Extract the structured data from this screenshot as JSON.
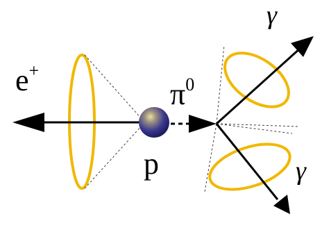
{
  "labels": {
    "positron": "e",
    "positron_charge": "+",
    "pion": "π",
    "pion_charge": "0",
    "proton": "p",
    "photon_upper": "γ",
    "photon_lower": "γ"
  },
  "colors": {
    "background": "#ffffff",
    "cone_ring": "#f0b800",
    "arrow": "#000000",
    "proton_sphere": "#3a3a9a",
    "proton_highlight": "#c8c070",
    "cone_dash": "#404040"
  }
}
